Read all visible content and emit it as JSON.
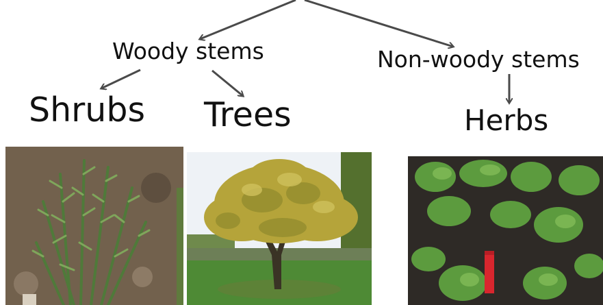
{
  "labels": {
    "woody": "Woody stems",
    "non_woody": "Non-woody stems",
    "shrubs": "Shrubs",
    "trees": "Trees",
    "herbs": "Herbs"
  },
  "photos": {
    "shrubs": "rosemary-shrub-photo",
    "trees": "tree-photo",
    "herbs": "mint-herbs-photo"
  },
  "colors": {
    "arrow": "#4a4a4a",
    "text": "#111111"
  }
}
